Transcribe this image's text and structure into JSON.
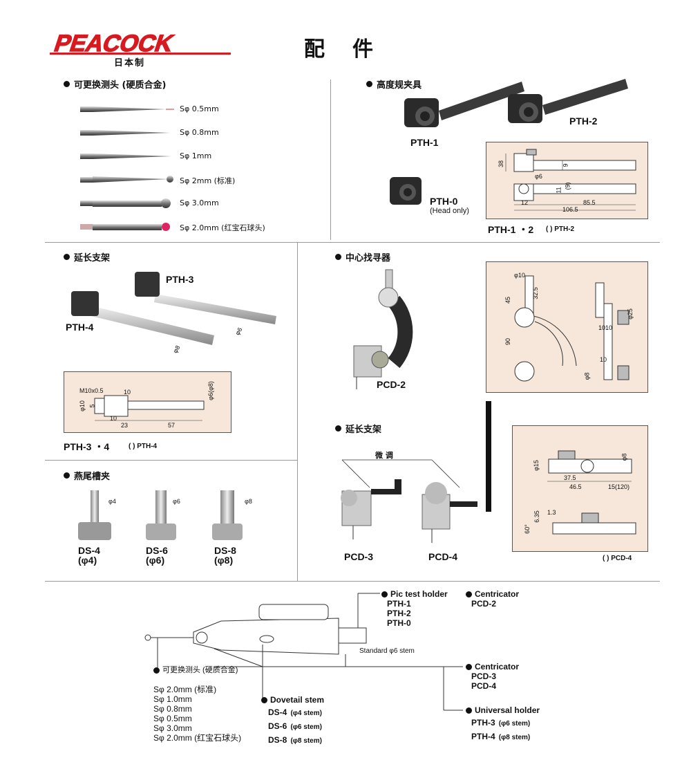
{
  "header": {
    "brand": "PEACOCK",
    "brand_sub": "日本制",
    "title": "配件"
  },
  "sections": {
    "tips": {
      "title": "可更换测头 (硬质合金)",
      "items": [
        "Sφ 0.5mm",
        "Sφ 0.8mm",
        "Sφ 1mm",
        "Sφ 2mm (标准)",
        "Sφ 3.0mm",
        "Sφ 2.0mm (红宝石球头)"
      ]
    },
    "height_holder": {
      "title": "高度规夹具",
      "labels": {
        "pth1": "PTH-1",
        "pth2": "PTH-2",
        "pth0": "PTH-0",
        "pth0_note": "(Head only)"
      },
      "caption": "PTH-1 ・2",
      "caption_note": "( ) PTH-2",
      "dims": {
        "d38": "38",
        "d9": "9",
        "d6": "φ6",
        "d11": "11",
        "d9b": "(9)",
        "d12": "12",
        "d855": "85.5",
        "d1065": "106.5"
      }
    },
    "ext_holder": {
      "title": "延长支架",
      "labels": {
        "pth3": "PTH-3",
        "pth4": "PTH-4",
        "phi6": "φ6",
        "phi8": "φ8"
      },
      "caption": "PTH-3 ・4",
      "caption_note": "( ) PTH-4",
      "dims": {
        "m10": "M10x0.5",
        "d10a": "10",
        "d10": "φ10",
        "d5": "5",
        "d10b": "10",
        "d23": "23",
        "d57": "57",
        "d6_8": "φ6(φ8)"
      }
    },
    "dovetail": {
      "title": "燕尾槽夹",
      "items": [
        {
          "name": "DS-4",
          "sub": "(φ4)",
          "dim": "φ4"
        },
        {
          "name": "DS-6",
          "sub": "(φ6)",
          "dim": "φ6"
        },
        {
          "name": "DS-8",
          "sub": "(φ8)",
          "dim": "φ8"
        }
      ]
    },
    "centricator": {
      "title": "中心找寻器",
      "label": "PCD-2",
      "dims": {
        "d10": "φ10",
        "d45": "45",
        "d325": "32.5",
        "d90": "90",
        "d25": "φ25",
        "d1010": "1010",
        "d10b": "10",
        "d8": "φ8"
      }
    },
    "ext2": {
      "title": "延长支架",
      "fine": "微 调",
      "labels": {
        "pcd3": "PCD-3",
        "pcd4": "PCD-4"
      },
      "caption_note": "( ) PCD-4",
      "dims": {
        "d15": "φ15",
        "d8": "φ8",
        "d375": "37.5",
        "d465": "46.5",
        "d15120": "15(120)",
        "d635": "6.35",
        "d13": "1.3",
        "d60": "60°"
      }
    }
  },
  "diagram": {
    "pic_holder": {
      "title": "Pic test holder",
      "items": [
        "PTH-1",
        "PTH-2",
        "PTH-0"
      ]
    },
    "centricator1": {
      "title": "Centricator",
      "items": [
        "PCD-2"
      ]
    },
    "stem": "Standard φ6 stem",
    "centricator2": {
      "title": "Centricator",
      "items": [
        "PCD-3",
        "PCD-4"
      ]
    },
    "universal": {
      "title": "Universal holder",
      "items": [
        [
          "PTH-3",
          "(φ6 stem)"
        ],
        [
          "PTH-4",
          "(φ8 stem)"
        ]
      ]
    },
    "tips": {
      "title": "可更换测头 (硬质合金)",
      "items": [
        "Sφ 2.0mm (标准)",
        "Sφ 1.0mm",
        "Sφ 0.8mm",
        "Sφ 0.5mm",
        "Sφ 3.0mm",
        "Sφ 2.0mm (红宝石球头)"
      ]
    },
    "dovetail": {
      "title": "Dovetail stem",
      "items": [
        [
          "DS-4",
          "(φ4 stem)"
        ],
        [
          "DS-6",
          "(φ6 stem)"
        ],
        [
          "DS-8",
          "(φ8 stem)"
        ]
      ]
    }
  },
  "colors": {
    "brand": "#d71920",
    "diagram_bg": "#f6e7da",
    "ruby": "#e0245e"
  }
}
